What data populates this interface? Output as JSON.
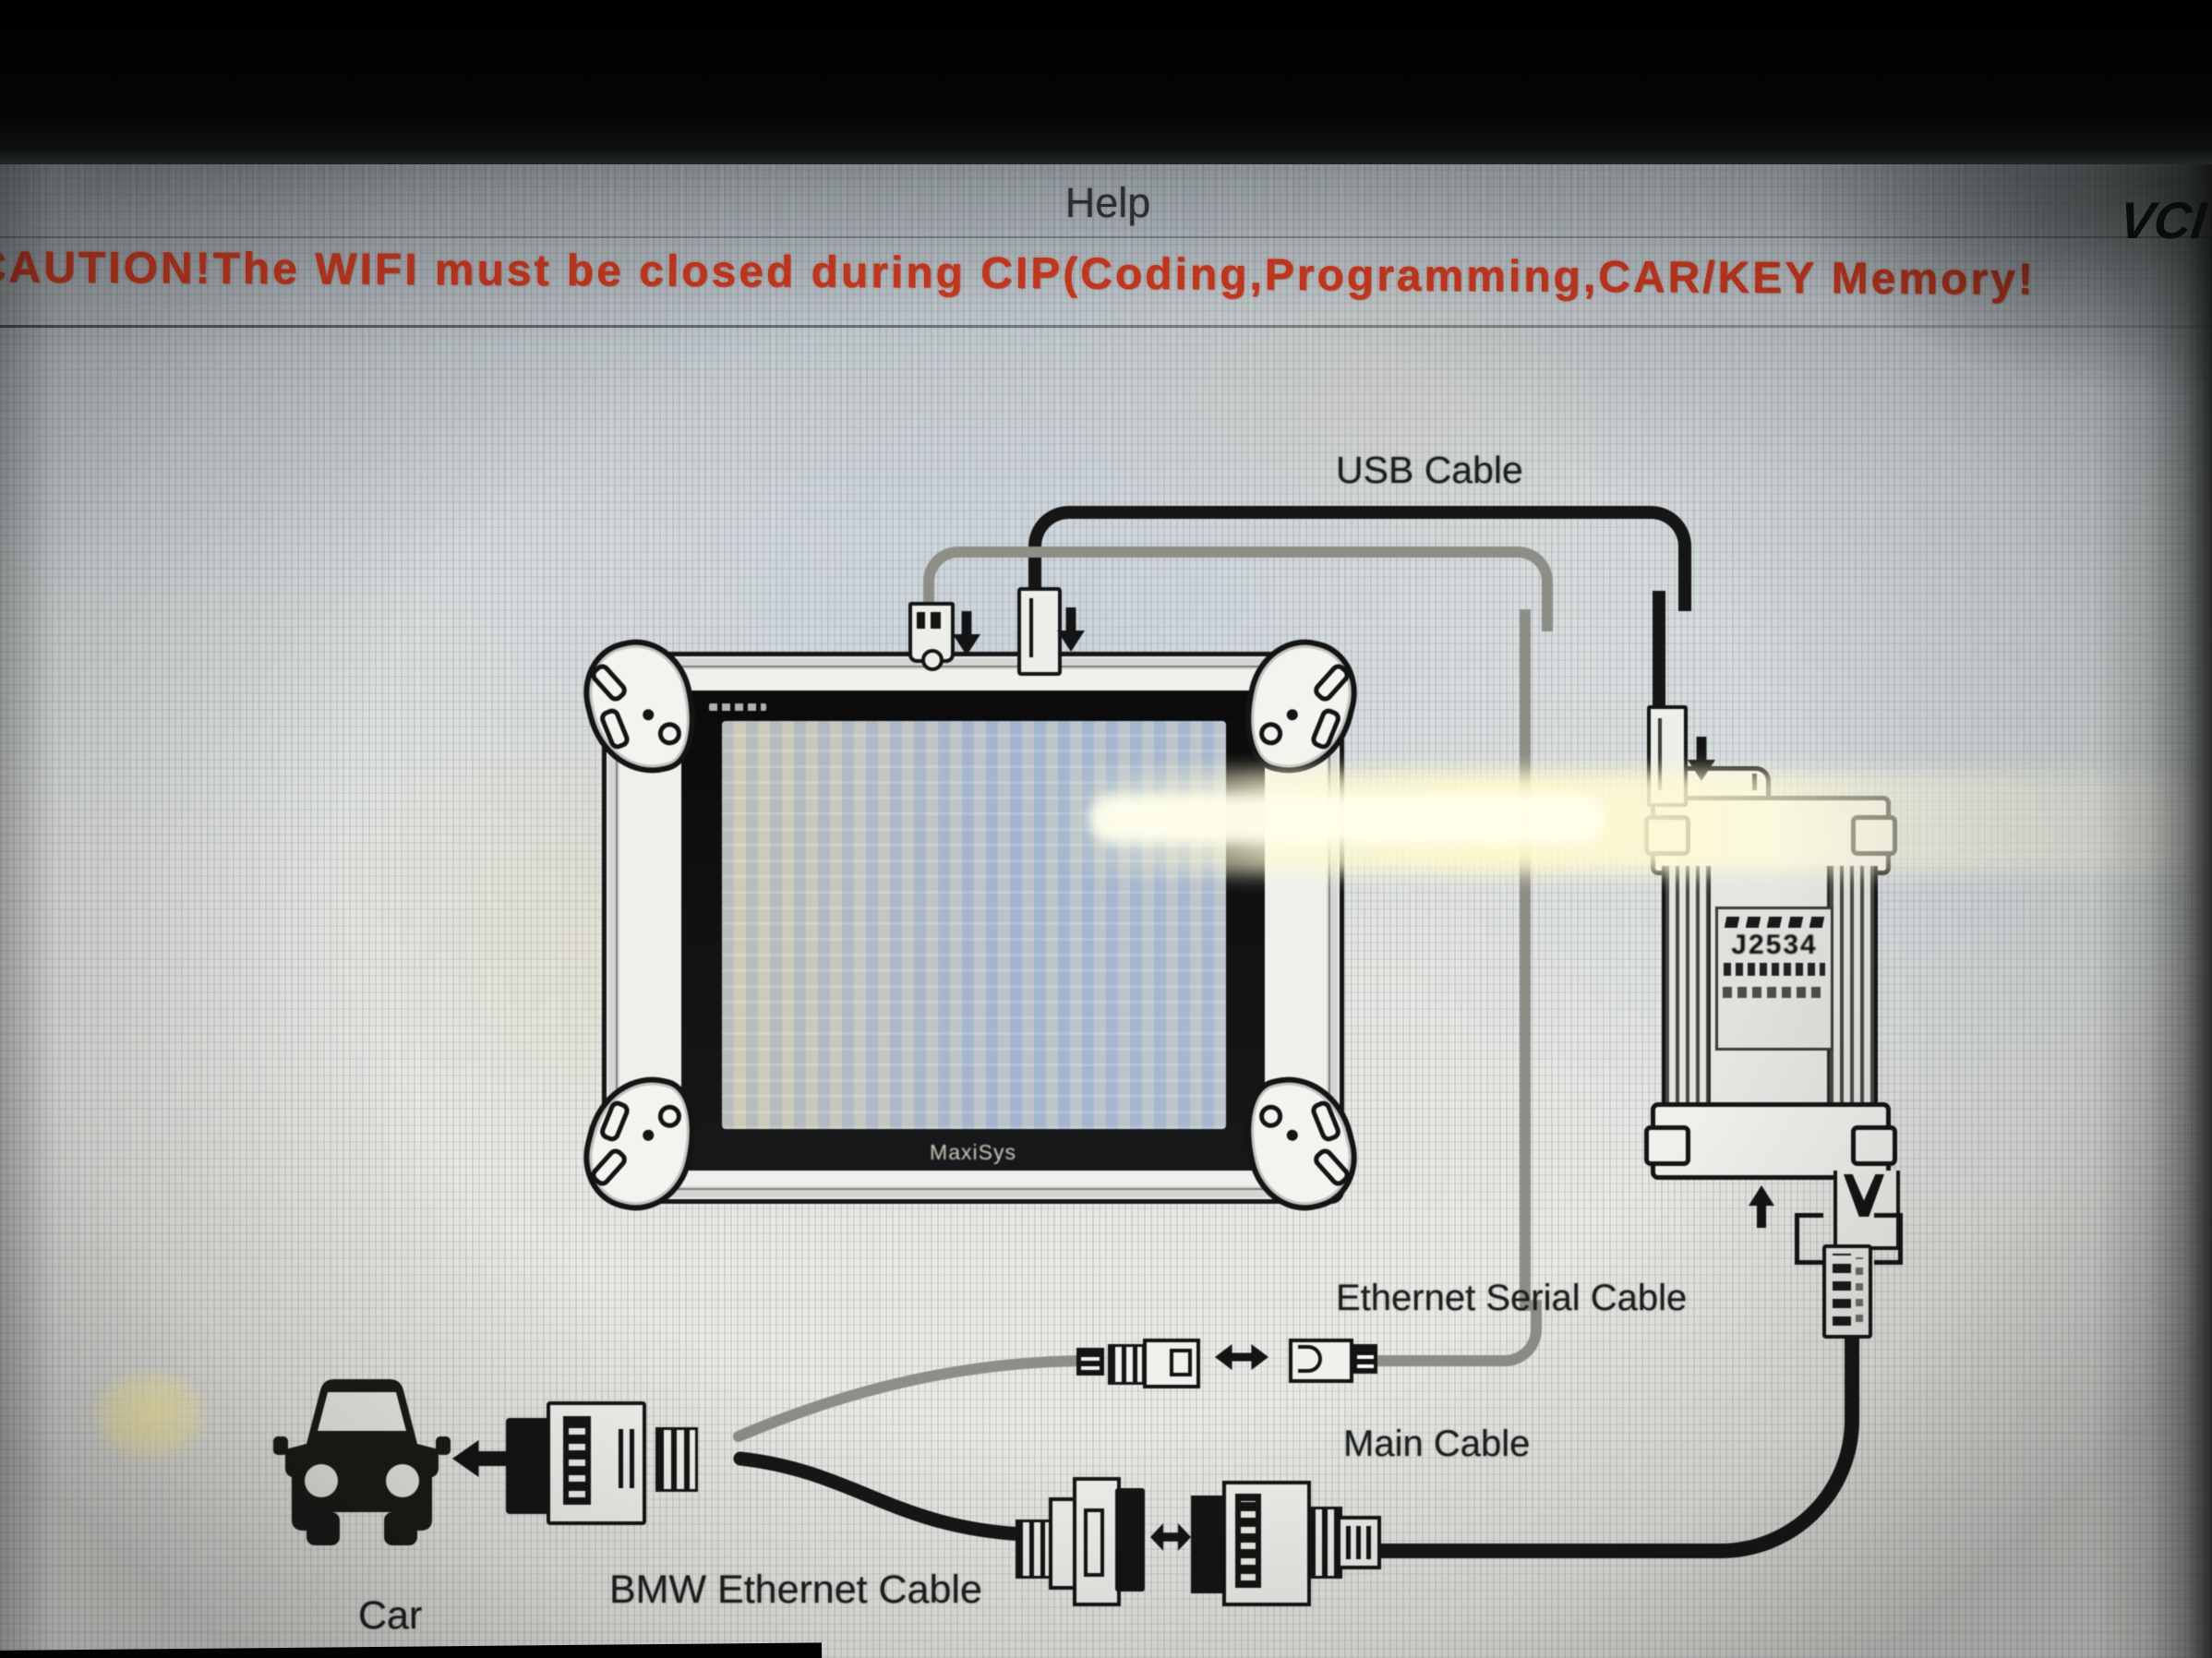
{
  "header": {
    "title": "Help",
    "vci_button": "VCI"
  },
  "caution": {
    "text": "CAUTION!The WIFI must be closed during CIP(Coding,Programming,CAR/KEY Memory!"
  },
  "diagram": {
    "tablet": {
      "brand": "MaxiSys"
    },
    "vci_box": {
      "label": "J2534"
    },
    "labels": {
      "usb_cable": "USB Cable",
      "ethernet_serial_cable": "Ethernet Serial Cable",
      "main_cable": "Main Cable",
      "bmw_ethernet_cable": "BMW Ethernet Cable",
      "car": "Car"
    },
    "colors": {
      "caution_red": "#c2371f",
      "cable_black": "#161616",
      "cable_gray": "#8d8e86"
    }
  }
}
